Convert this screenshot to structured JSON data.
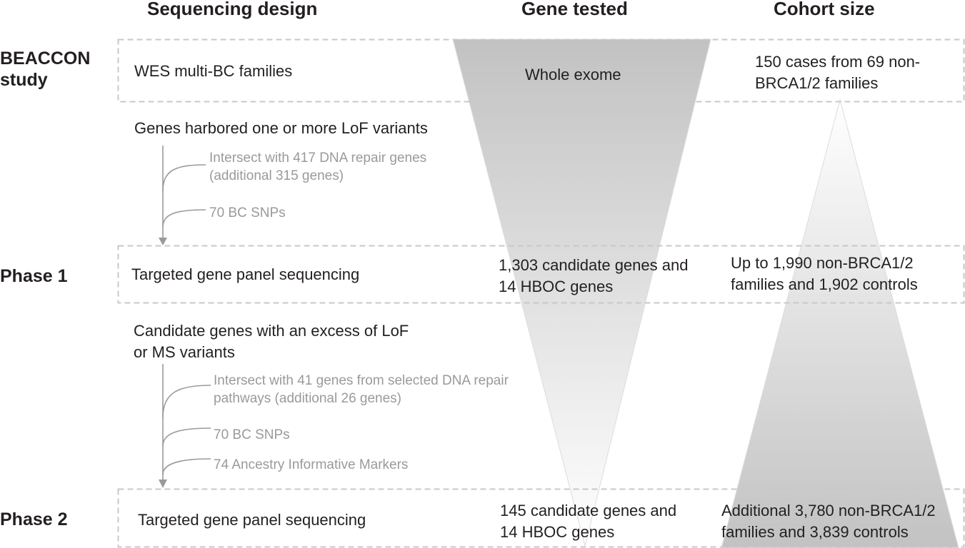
{
  "headers": {
    "design": "Sequencing design",
    "gene": "Gene tested",
    "cohort": "Cohort size"
  },
  "stages": [
    {
      "label": "BEACCON study",
      "design": "WES multi-BC families",
      "gene": "Whole exome",
      "cohort": "150 cases from 69 non-BRCA1/2 families"
    },
    {
      "label": "Phase 1",
      "design": "Targeted gene panel sequencing",
      "gene": "1,303 candidate genes and 14 HBOC genes",
      "cohort": "Up to 1,990 non-BRCA1/2 families and 1,902 controls"
    },
    {
      "label": "Phase 2",
      "design": "Targeted gene panel sequencing",
      "gene": "145 candidate genes and 14 HBOC genes",
      "cohort": "Additional 3,780 non-BRCA1/2 families and 3,839 controls"
    }
  ],
  "transitions": [
    {
      "main": "Genes harbored one or more LoF variants",
      "inputs": [
        "Intersect with 417 DNA repair genes (additional 315 genes)",
        "70 BC SNPs"
      ]
    },
    {
      "main": "Candidate genes with an excess of LoF or MS variants",
      "inputs": [
        "Intersect with 41 genes from selected DNA repair pathways (additional 26 genes)",
        "70 BC SNPs",
        "74 Ancestry Informative Markers"
      ]
    }
  ],
  "colors": {
    "funnel_top": "#c2c2c2",
    "funnel_bottom": "#ffffff",
    "dashed_border": "#c8c8c8",
    "arrow": "#9a9a9a",
    "muted_text": "#9a9a9a",
    "text": "#231f20"
  }
}
